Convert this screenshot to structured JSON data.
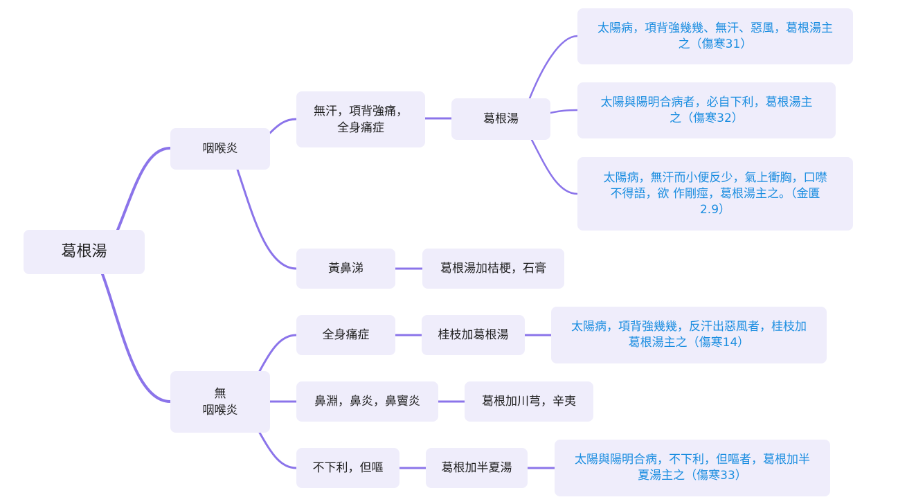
{
  "root": {
    "label": "葛根湯"
  },
  "branches": [
    {
      "label": "咽喉炎",
      "children": [
        {
          "symptom": "無汗，項背強痛，\n全身痛症",
          "formula": "葛根湯",
          "quotes": [
            "太陽病，項背強幾幾、無汗、惡風，葛根湯主\n之（傷寒31）",
            "太陽與陽明合病者，必自下利，葛根湯主\n之（傷寒32）",
            "太陽病，無汗而小便反少，氣上衝胸，口噤\n不得語，欲 作剛痙，葛根湯主之。（金匱\n2.9）"
          ]
        },
        {
          "symptom": "黃鼻涕",
          "formula": "葛根湯加桔梗，石膏",
          "quotes": []
        }
      ]
    },
    {
      "label": "無\n咽喉炎",
      "children": [
        {
          "symptom": "全身痛症",
          "formula": "桂枝加葛根湯",
          "quotes": [
            "太陽病，項背強幾幾，反汗出惡風者，桂枝加\n葛根湯主之（傷寒14）"
          ]
        },
        {
          "symptom": "鼻淵，鼻炎，鼻竇炎",
          "formula": "葛根加川芎，辛夷",
          "quotes": []
        },
        {
          "symptom": "不下利，但嘔",
          "formula": "葛根加半夏湯",
          "quotes": [
            "太陽與陽明合病，不下利，但嘔者，葛根加半\n夏湯主之（傷寒33）"
          ]
        }
      ]
    }
  ],
  "colors": {
    "node_fill": "#efedfb",
    "link": "#8b74ea",
    "quote_text": "#1a8de0",
    "text": "#1f1f1f"
  }
}
